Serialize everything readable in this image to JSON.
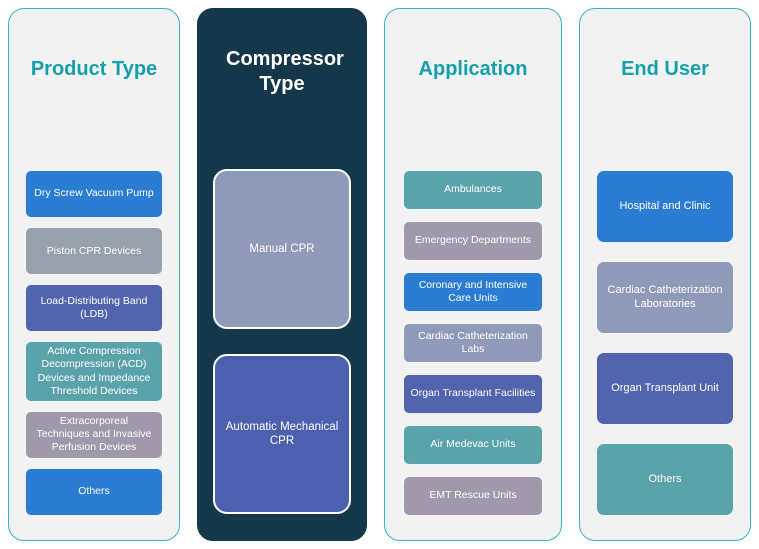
{
  "diagram": {
    "colors": {
      "title_teal": "#13a0ab",
      "dark_column_bg": "#14384a",
      "light_column_bg": "#f2f2f2",
      "column_border": "#35b4c3",
      "blue": "#2b7cd3",
      "gray": "#97a0ad",
      "indigo": "#4d60af",
      "teal": "#5ba3ab",
      "mauve": "#a198ac",
      "slate": "#8e9ab7"
    },
    "columns": [
      {
        "title": "Product Type",
        "items": [
          {
            "label": "Dry Screw Vacuum Pump",
            "color": "#2b7cd3"
          },
          {
            "label": "Piston CPR Devices",
            "color": "#97a0ad"
          },
          {
            "label": "Load-Distributing Band (LDB)",
            "color": "#5164ad"
          },
          {
            "label": "Active Compression Decompression (ACD) Devices and Impedance Threshold Devices",
            "color": "#5ba3ab"
          },
          {
            "label": "Extracorporeal Techniques and Invasive Perfusion Devices",
            "color": "#a198ac"
          },
          {
            "label": "Others",
            "color": "#2b7cd3"
          }
        ]
      },
      {
        "title": "Compressor Type",
        "items": [
          {
            "label": "Manual CPR",
            "color": "#8e9ab7"
          },
          {
            "label": "Automatic Mechanical CPR",
            "color": "#4d60af"
          }
        ]
      },
      {
        "title": "Application",
        "items": [
          {
            "label": "Ambulances",
            "color": "#5ba3ab"
          },
          {
            "label": "Emergency Departments",
            "color": "#a198ac"
          },
          {
            "label": "Coronary and Intensive Care Units",
            "color": "#2b7cd3"
          },
          {
            "label": "Cardiac Catheterization Labs",
            "color": "#8e9ab7"
          },
          {
            "label": "Organ Transplant Facilities",
            "color": "#5164ad"
          },
          {
            "label": "Air Medevac Units",
            "color": "#5ba3ab"
          },
          {
            "label": "EMT Rescue Units",
            "color": "#a198ac"
          }
        ]
      },
      {
        "title": "End User",
        "items": [
          {
            "label": "Hospital and Clinic",
            "color": "#2b7cd3"
          },
          {
            "label": "Cardiac Catheterization Laboratories",
            "color": "#8e9ab7"
          },
          {
            "label": "Organ Transplant Unit",
            "color": "#5164ad"
          },
          {
            "label": "Others",
            "color": "#5ba3ab"
          }
        ]
      }
    ]
  }
}
